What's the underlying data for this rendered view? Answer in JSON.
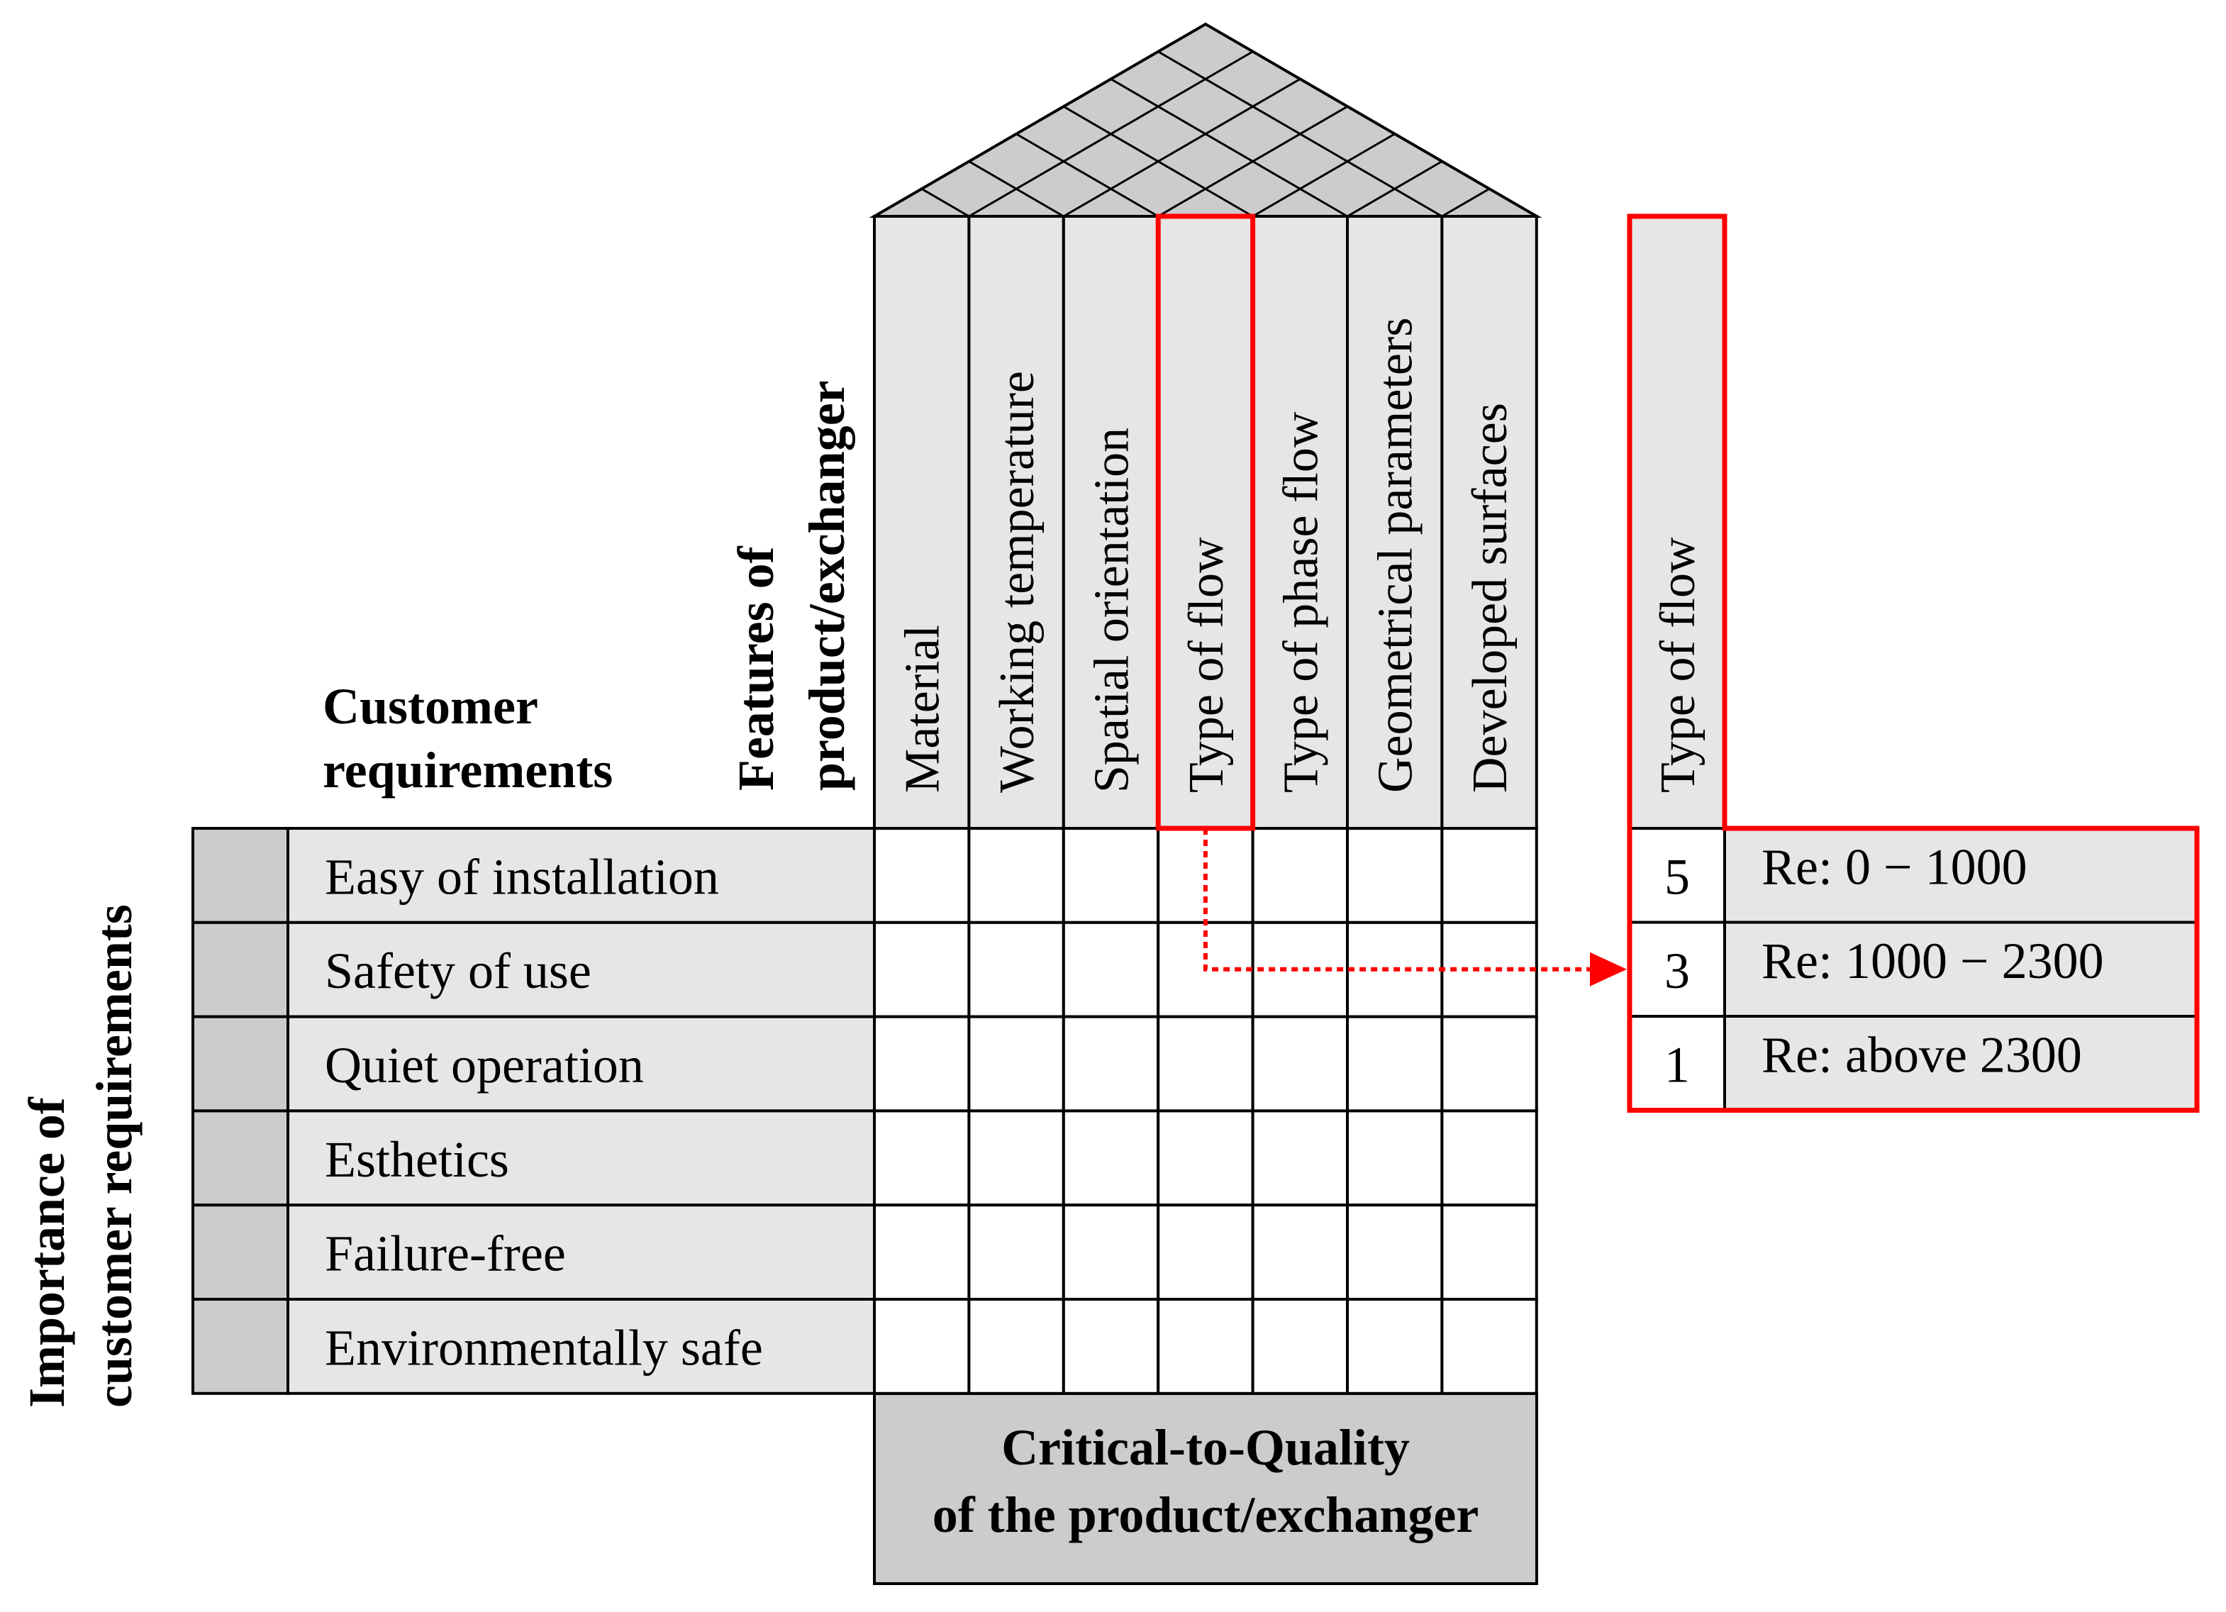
{
  "labels": {
    "customer_requirements": [
      "Customer",
      "requirements"
    ],
    "features": [
      "Features of",
      "product/exchanger"
    ],
    "importance": [
      "Importance of",
      "customer requirements"
    ],
    "ctq": [
      "Critical-to-Quality",
      "of the product/exchanger"
    ]
  },
  "features": [
    "Material",
    "Working temperature",
    "Spatial orientation",
    "Type of flow",
    "Type of phase flow",
    "Geometrical parameters",
    "Developed surfaces"
  ],
  "requirements": [
    "Easy of installation",
    "Safety of use",
    "Quiet operation",
    "Esthetics",
    "Failure-free",
    "Environmentally safe"
  ],
  "highlighted_feature_index": 3,
  "detail": {
    "header": "Type of flow",
    "rows": [
      {
        "score": "5",
        "range": "Re: 0 − 1000"
      },
      {
        "score": "3",
        "range": "Re: 1000 − 2300"
      },
      {
        "score": "1",
        "range": "Re: above 2300"
      }
    ]
  },
  "colors": {
    "header_fill": "#e6e6e6",
    "dark_fill": "#cccccc",
    "roof_fill": "#cccccc",
    "highlight": "#ff0000"
  }
}
